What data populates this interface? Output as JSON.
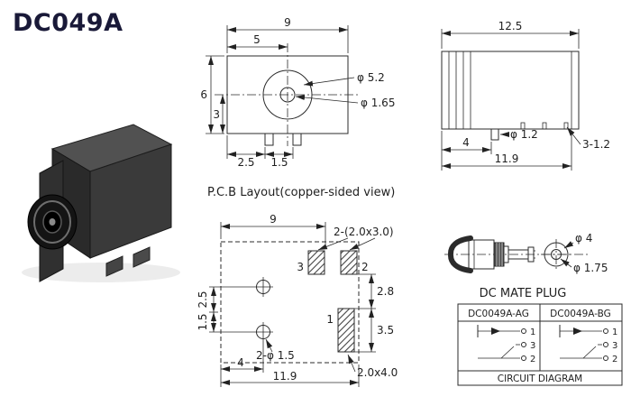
{
  "title": "DC049A",
  "front_view": {
    "width": "9",
    "half_width": "5",
    "height": "6",
    "lower_height": "3",
    "barrel_dia": "φ 5.2",
    "pin_dia": "φ 1.65",
    "pin_offset": "2.5",
    "pin_pitch": "1.5"
  },
  "side_view": {
    "width": "12.5",
    "pin_dia": "φ 1.2",
    "pin_pos": "4",
    "body_length": "11.9",
    "slots": "3-1.2"
  },
  "pcb_layout": {
    "heading": "P.C.B Layout(copper-sided view)",
    "width": "9",
    "pads_note": "2-(2.0x3.0)",
    "pad3_label": "3",
    "pad2_label": "2",
    "pad1_label": "1",
    "pad_gap": "2.8",
    "pad1_height": "3.5",
    "hole_pitch": "2.5",
    "hole_offset": "1.5",
    "holes_note": "2-φ 1.5",
    "hole_x": "4",
    "total_width": "11.9",
    "pad1_size": "2.0x4.0"
  },
  "mate_plug": {
    "heading": "DC MATE PLUG",
    "outer_dia": "φ 4",
    "inner_dia": "φ 1.75"
  },
  "circuit_table": {
    "headers": [
      "DC0049A-AG",
      "DC0049A-BG"
    ],
    "pin_labels": [
      "1",
      "3",
      "2"
    ],
    "footer": "CIRCUIT DIAGRAM"
  }
}
